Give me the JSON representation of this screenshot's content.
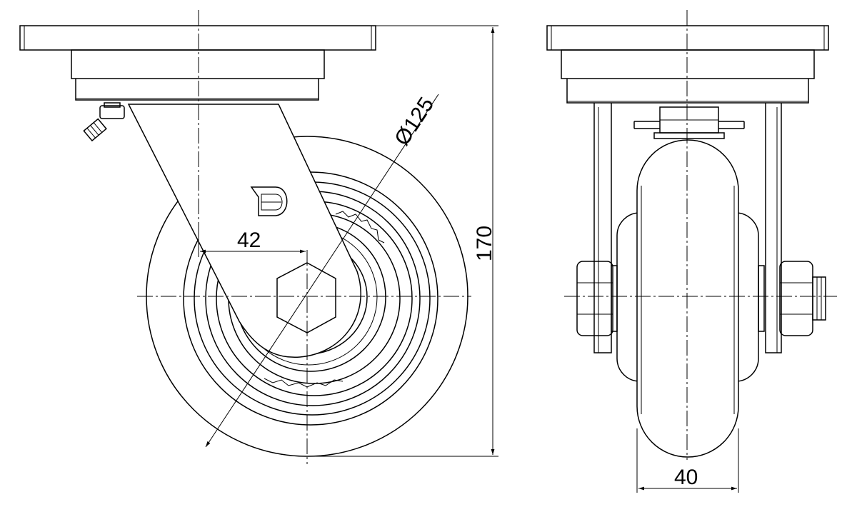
{
  "dimensions": {
    "diameter": "Ø125",
    "height": "170",
    "offset": "42",
    "width": "40"
  },
  "logo": {
    "letter": "D"
  }
}
